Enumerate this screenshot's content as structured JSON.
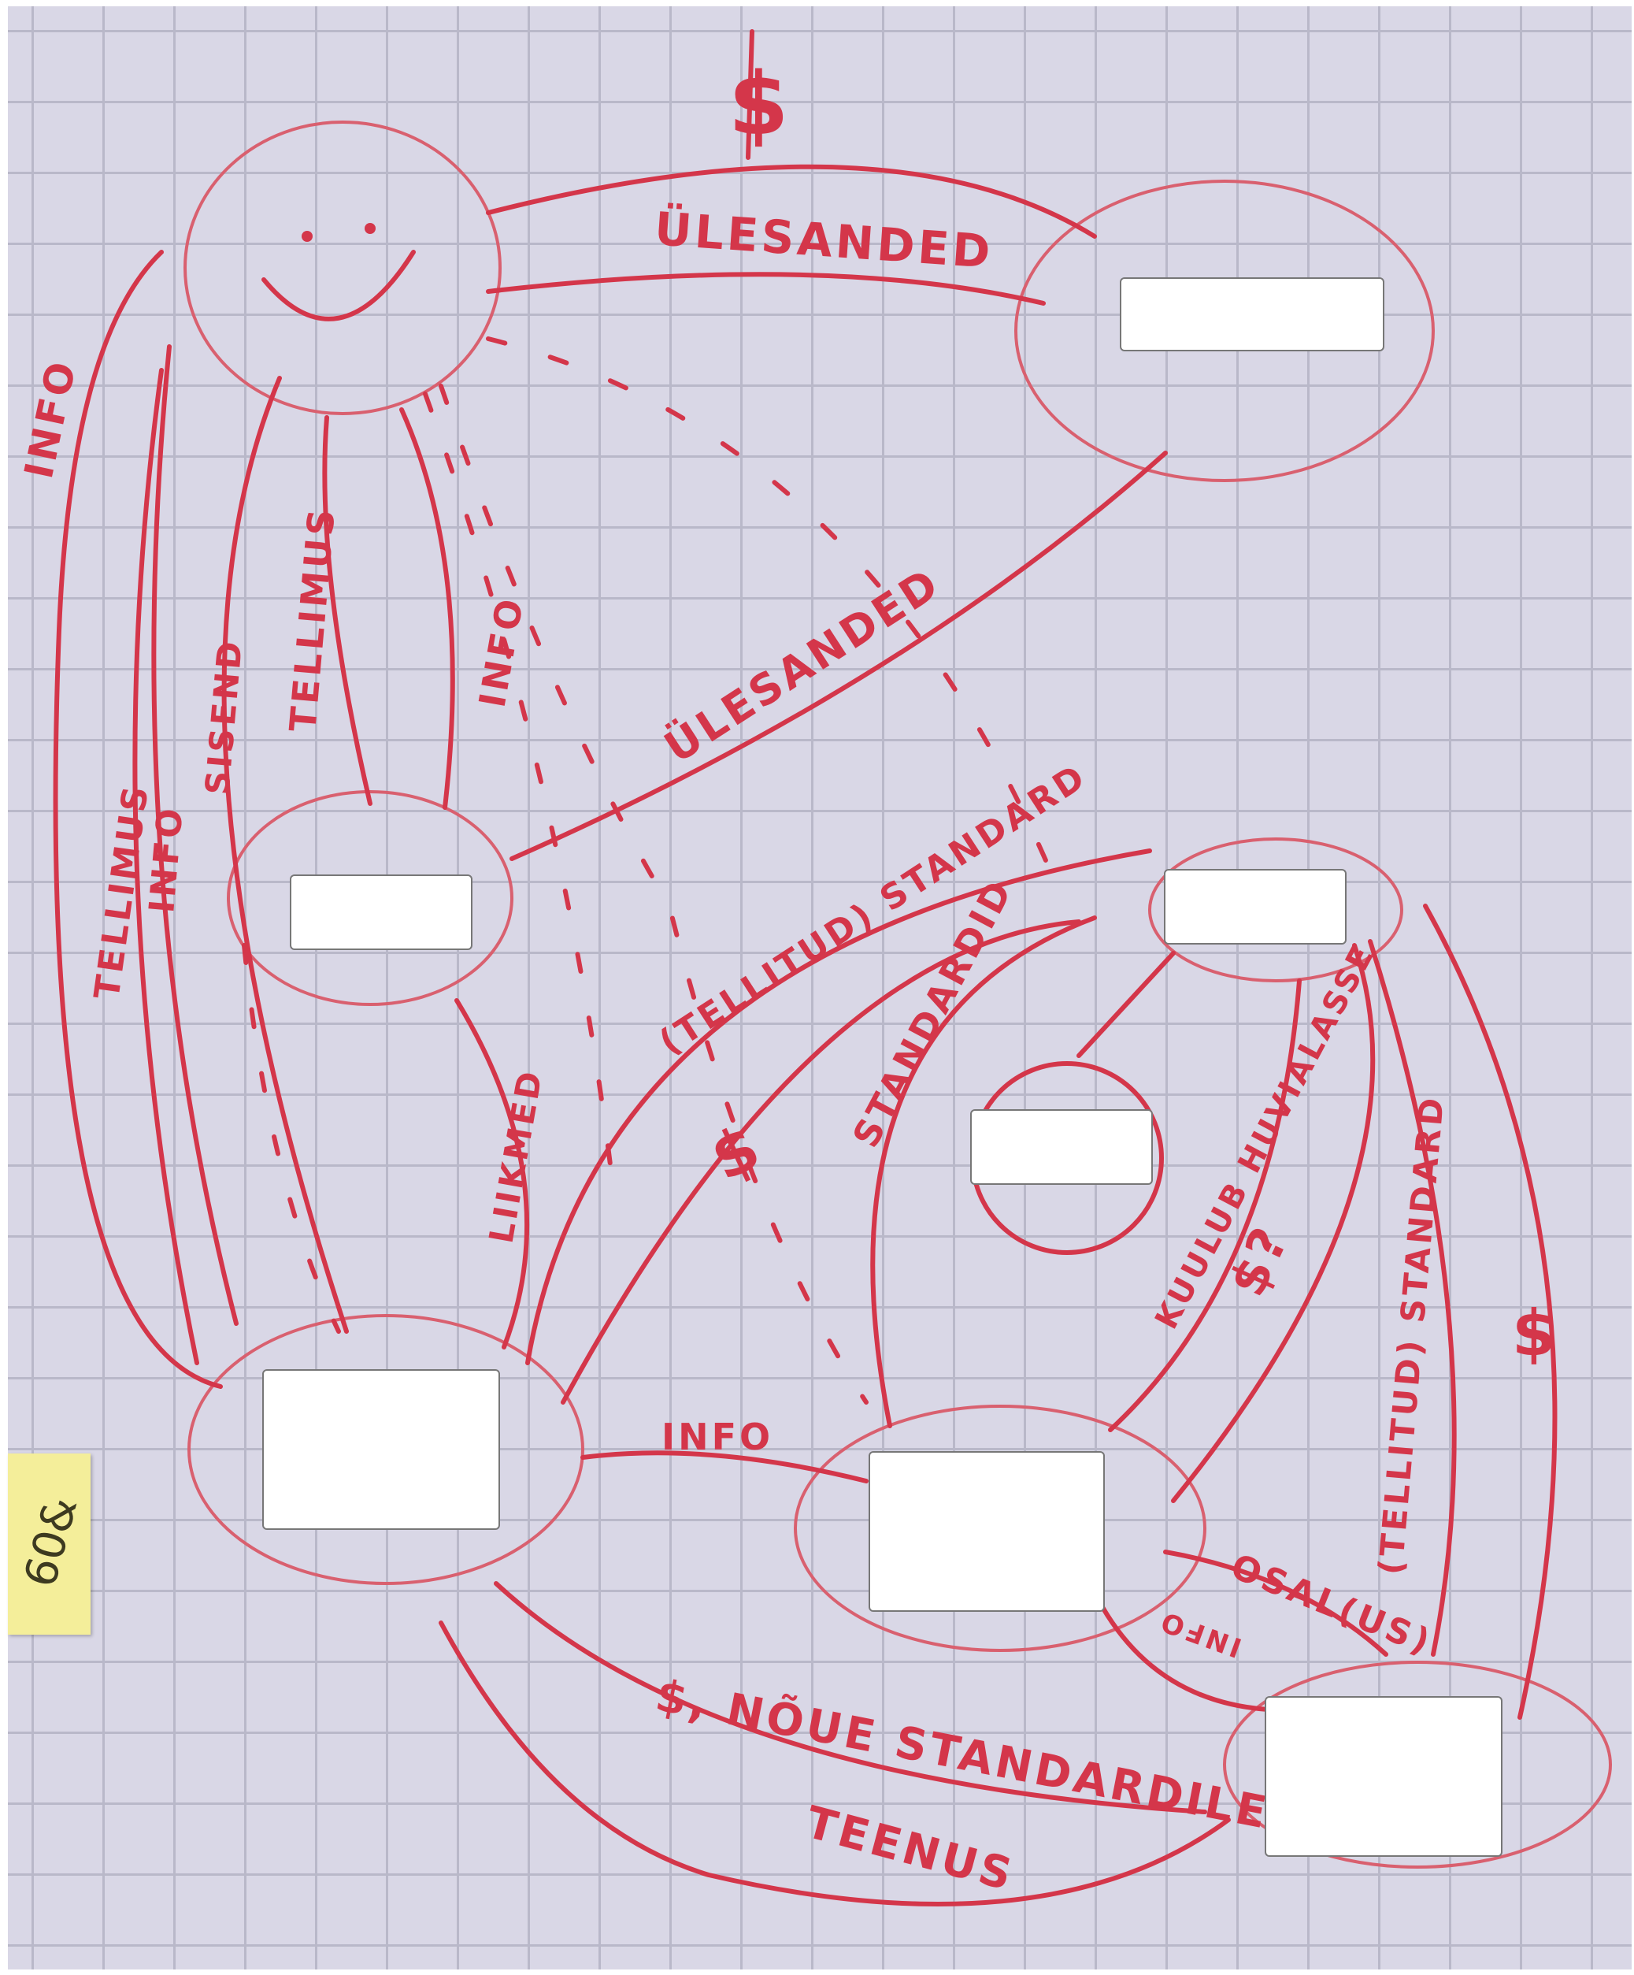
{
  "colors": {
    "board": "#d9d7e6",
    "grid": "#b9b8c9",
    "marker": "#d4364a",
    "sticky": "#f4ee9a"
  },
  "sticky_note": {
    "text": "60&"
  },
  "nodes": [
    {
      "id": "top-left",
      "icon": "smiley-face"
    },
    {
      "id": "top-right",
      "label": ""
    },
    {
      "id": "mid-left",
      "label": ""
    },
    {
      "id": "mid-right",
      "label": ""
    },
    {
      "id": "center",
      "label": ""
    },
    {
      "id": "bottom-left",
      "label": ""
    },
    {
      "id": "bottom-center",
      "label": ""
    },
    {
      "id": "bottom-right",
      "label": ""
    }
  ],
  "edge_labels": {
    "ulesanded_top": "ÜLESANDED",
    "dollar_top": "$",
    "ulesanded_mid": "ÜLESANDED",
    "info_vertical": "INFO",
    "tellimus_vertical": "TELLIMUS",
    "sisend": "SISEND",
    "info_left": "INFO",
    "tellimus_left": "TELLIMUS",
    "info_far_left": "INFO",
    "liikmed": "LIIKMED",
    "tellitud_standard_top": "(TELLITUD) STANDARD",
    "standardid": "STANDARDID",
    "dollar_center": "$",
    "kuulub_huvitatud": "KUULUB HUVIALASSE",
    "dollar_q": "$?",
    "tellitud_standard_right": "(TELLITUD) STANDARD",
    "dollar_right": "$",
    "info_bottom": "INFO",
    "osalus": "OSAL(US)",
    "info_bottom_right": "INFO",
    "dollar_noue": "$, NÕUE STANDARDILE",
    "teenus": "TEENUS"
  }
}
